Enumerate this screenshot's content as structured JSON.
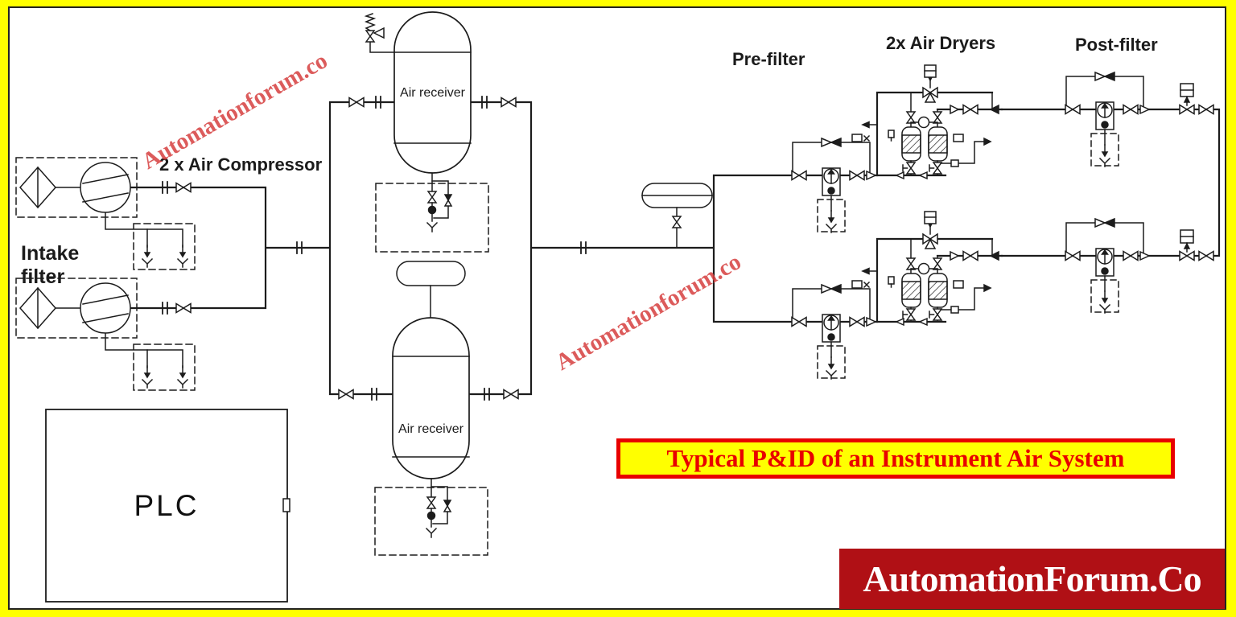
{
  "diagram": {
    "labels": {
      "intake_filter": "Intake filter",
      "compressors": "2 x Air Compressor",
      "air_receiver_top": "Air receiver",
      "air_receiver_bottom": "Air receiver",
      "pre_filter": "Pre-filter",
      "air_dryers": "2x Air Dryers",
      "post_filter": "Post-filter",
      "plc": "PLC"
    },
    "title_banner": {
      "text": "Typical P&ID of an Instrument Air System"
    },
    "logo": {
      "text": "AutomationForum.Co"
    },
    "watermark": {
      "text": "Automationforum.co"
    },
    "colors": {
      "frame_yellow": "#ffff00",
      "line_black": "#1c1c1c",
      "banner_red": "#e80000",
      "logo_red": "#b01015",
      "watermark_red": "#d63e3e"
    }
  }
}
